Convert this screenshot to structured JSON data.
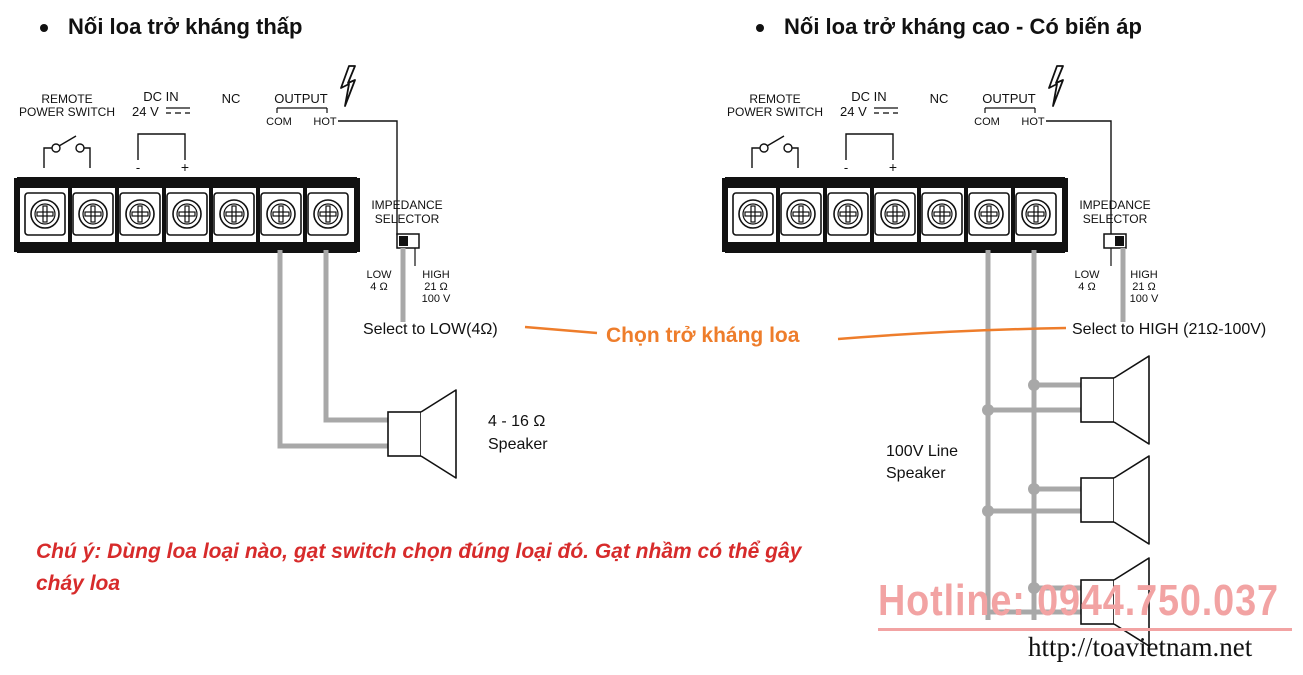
{
  "titles": {
    "left": "Nối loa trở kháng thấp",
    "right": "Nối loa trở kháng cao - Có biến áp"
  },
  "terminal_labels": {
    "remote_1": "REMOTE",
    "remote_2": "POWER SWITCH",
    "dc_1": "DC IN",
    "dc_2": "24 V",
    "nc": "NC",
    "output": "OUTPUT",
    "com": "COM",
    "hot": "HOT",
    "minus": "-",
    "plus": "+"
  },
  "selector": {
    "title_1": "IMPEDANCE",
    "title_2": "SELECTOR",
    "low_1": "LOW",
    "low_2": "4 Ω",
    "high_1": "HIGH",
    "high_2": "21 Ω",
    "high_3": "100 V"
  },
  "left": {
    "select_note": "Select to LOW(4Ω)",
    "speaker_1": "4 - 16 Ω",
    "speaker_2": "Speaker"
  },
  "right": {
    "select_note": "Select to HIGH (21Ω-100V)",
    "speaker_1": "100V Line",
    "speaker_2": "Speaker"
  },
  "center_label": "Chọn trở kháng loa",
  "warning": "Chú ý: Dùng loa loại nào, gạt switch chọn đúng loại đó. Gạt nhầm có thể gây cháy loa",
  "hotline": "Hotline: 0944.750.037",
  "url": "http://toavietnam.net",
  "colors": {
    "orange": "#ee7d2b",
    "warning_red": "#d72b2b",
    "hotline_pink": "#f2a3a3",
    "wire_gray": "#a8a8a8"
  }
}
